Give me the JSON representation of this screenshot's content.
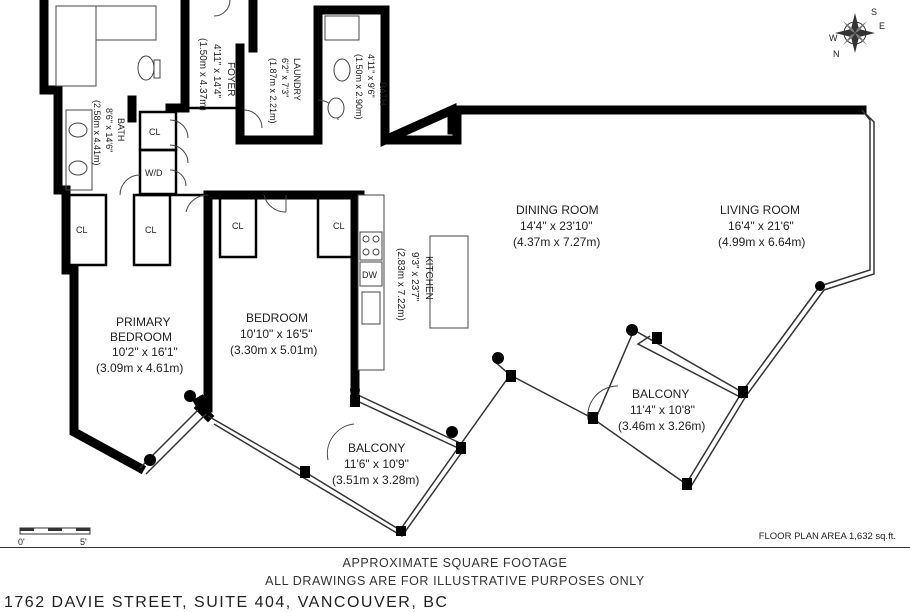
{
  "rooms": {
    "foyer": {
      "name": "FOYER",
      "dims": "4'11\" x 14'4\"",
      "metric": "(1.50m x 4.37m)"
    },
    "laundry": {
      "name": "LAUNDRY",
      "dims": "6'2\" x 7'3\"",
      "metric": "(1.87m x 2.21m)"
    },
    "bath_small": {
      "name": "BATH",
      "dims": "4'11\" x 9'6\"",
      "metric": "(1.50m x 2.90m)"
    },
    "bath_main": {
      "name": "BATH",
      "dims": "8'6\" x 14'6\"",
      "metric": "(2.58m x 4.41m)"
    },
    "dining": {
      "name": "DINING ROOM",
      "dims": "14'4\" x 23'10\"",
      "metric": "(4.37m x 7.27m)"
    },
    "living": {
      "name": "LIVING ROOM",
      "dims": "16'4\" x 21'6\"",
      "metric": "(4.99m x 6.64m)"
    },
    "kitchen": {
      "name": "KITCHEN",
      "dims": "9'3\" x 23'7\"",
      "metric": "(2.83m x 7.22m)"
    },
    "primary": {
      "name_line1": "PRIMARY",
      "name_line2": "BEDROOM",
      "dims": "10'2\" x 16'1\"",
      "metric": "(3.09m x 4.61m)"
    },
    "bedroom": {
      "name": "BEDROOM",
      "dims": "10'10\" x 16'5\"",
      "metric": "(3.30m x 5.01m)"
    },
    "balcony_left": {
      "name": "BALCONY",
      "dims": "11'6\" x 10'9\"",
      "metric": "(3.51m x 3.28m)"
    },
    "balcony_right": {
      "name": "BALCONY",
      "dims": "11'4\" x 10'8\"",
      "metric": "(3.46m x 3.26m)"
    }
  },
  "fixtures": {
    "closet": "CL",
    "washer_dryer": "W/D",
    "dishwasher": "DW"
  },
  "compass": {
    "n": "N",
    "s": "S",
    "e": "E",
    "w": "W"
  },
  "scale": {
    "start": "0'",
    "end": "5'"
  },
  "floor_plan_area": "FLOOR PLAN AREA 1,632 sq.ft.",
  "footer": {
    "line1": "APPROXIMATE SQUARE FOOTAGE",
    "line2": "ALL DRAWINGS ARE FOR ILLUSTRATIVE PURPOSES ONLY",
    "address": "1762 DAVIE STREET, SUITE 404, VANCOUVER, BC"
  }
}
